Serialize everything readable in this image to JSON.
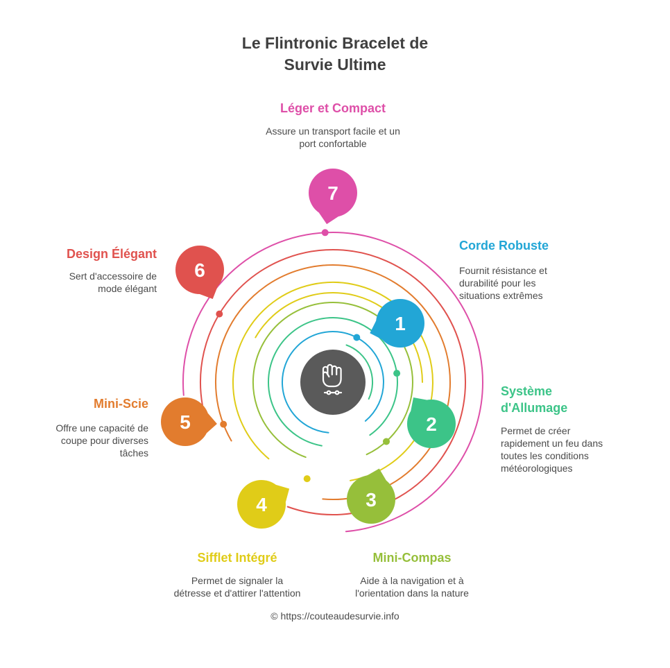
{
  "title": [
    "Le Flintronic Bracelet de",
    "Survie Ultime"
  ],
  "center_icon": "raised-fist-with-bracelet-icon",
  "items": [
    {
      "number": "1",
      "title": "Corde Robuste",
      "description": [
        "Fournit résistance et",
        "durabilité pour les",
        "situations extrêmes"
      ],
      "color": "#22a6d6"
    },
    {
      "number": "2",
      "title": [
        "Système",
        "d'Allumage"
      ],
      "description": [
        "Permet de créer",
        "rapidement un feu dans",
        "toutes les conditions",
        "météorologiques"
      ],
      "color": "#3cc488"
    },
    {
      "number": "3",
      "title": "Mini-Compas",
      "description": [
        "Aide à la navigation et à",
        "l'orientation dans la nature"
      ],
      "color": "#96bf3a"
    },
    {
      "number": "4",
      "title": "Sifflet Intégré",
      "description": [
        "Permet de signaler la",
        "détresse et d'attirer l'attention"
      ],
      "color": "#e0cc18"
    },
    {
      "number": "5",
      "title": "Mini-Scie",
      "description": [
        "Offre une capacité de",
        "coupe pour diverses",
        "tâches"
      ],
      "color": "#e27c2e"
    },
    {
      "number": "6",
      "title": "Design Élégant",
      "description": [
        "Sert d'accessoire de",
        "mode élégant"
      ],
      "color": "#e0524e"
    },
    {
      "number": "7",
      "title": "Léger et Compact",
      "description": [
        "Assure un transport facile et un",
        "port confortable"
      ],
      "color": "#de4fa8"
    }
  ],
  "center_color": "#5a5a5a",
  "footer": "© https://couteaudesurvie.info"
}
